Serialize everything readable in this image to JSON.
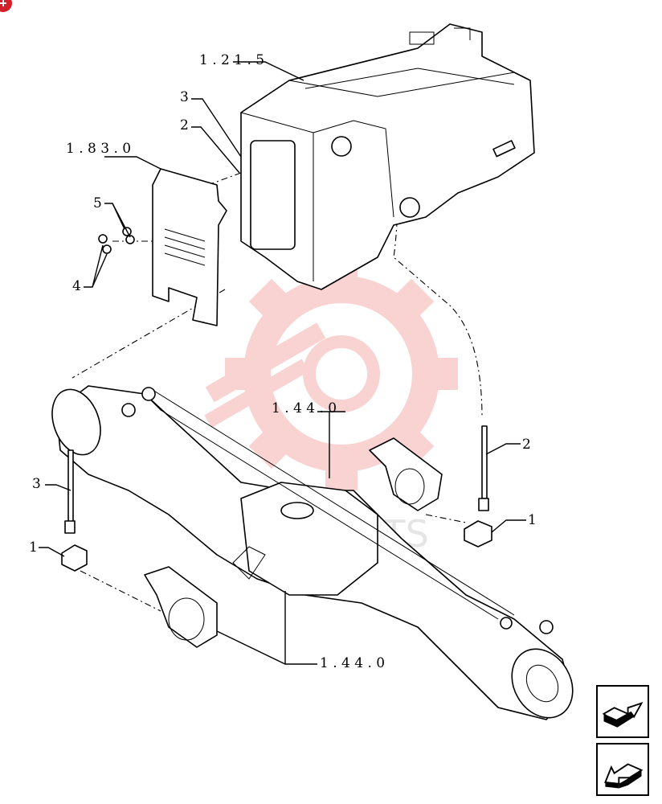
{
  "callouts": {
    "ref_1215": "1 . 2 1 . 5",
    "ref_1830": "1 . 8 3 . 0",
    "ref_1440_top": "1 . 4 4 . 0",
    "ref_1440_bottom": "1 . 4 4 . 0",
    "item_3_top": "3",
    "item_2_top": "2",
    "item_5": "5",
    "item_4": "4",
    "item_2_right": "2",
    "item_1_right": "1",
    "item_3_left": "3",
    "item_1_left": "1"
  },
  "watermark": {
    "text": "AIR PARTS",
    "color": "#f08080"
  },
  "colors": {
    "line": "#000000",
    "watermark": "#f4a0a0",
    "badge": "#d0202a"
  },
  "nav": {
    "next_icon": "arrow-forward-icon",
    "prev_icon": "arrow-back-icon"
  }
}
